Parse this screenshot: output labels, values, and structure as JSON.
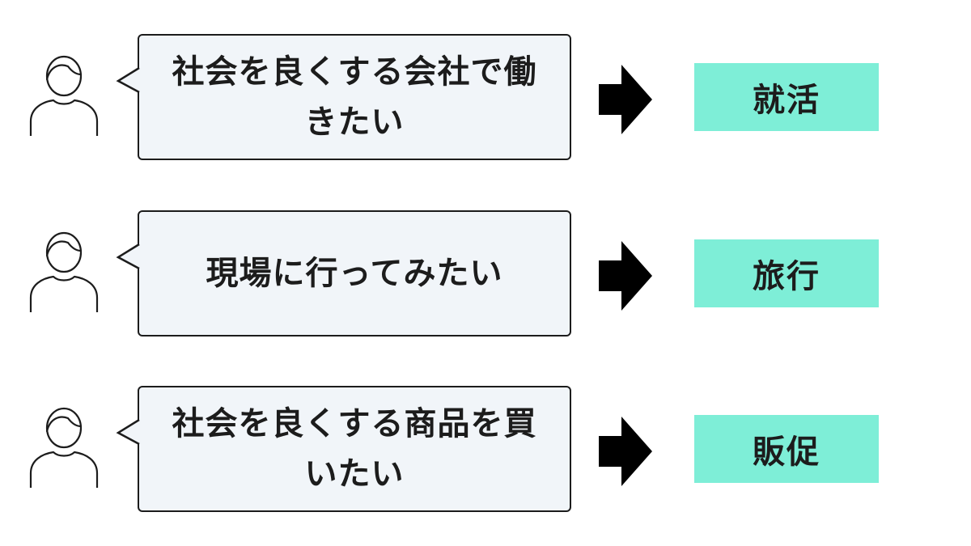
{
  "colors": {
    "bubble_fill": "#f1f5f9",
    "bubble_border": "#1c1c1c",
    "label_fill": "#7eeed7",
    "arrow": "#000000",
    "text": "#1c1c1c"
  },
  "icons": {
    "person": "person-outline-icon",
    "arrow": "right-arrow-icon"
  },
  "rows": [
    {
      "speech": "社会を良くする会社で働きたい",
      "result": "就活"
    },
    {
      "speech": "現場に行ってみたい",
      "result": "旅行"
    },
    {
      "speech": "社会を良くする商品を買いたい",
      "result": "販促"
    }
  ]
}
